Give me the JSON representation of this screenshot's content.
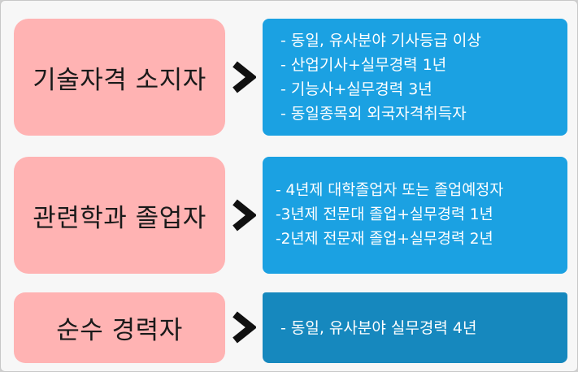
{
  "rows": [
    {
      "label": "기술자격 소지자",
      "items": [
        "- 동일, 유사분야 기사등급 이상",
        "- 산업기사+실무경력 1년",
        "- 기능사+실무경력 3년",
        "- 동일종목외 외국자격취득자"
      ]
    },
    {
      "label": "관련학과 졸업자",
      "items": [
        "- 4년제 대학졸업자 또는 졸업예정자",
        "-3년제 전문대 졸업+실무경력 1년",
        "-2년제 전문재 졸업+실무경력 2년"
      ]
    },
    {
      "label": "순수 경력자",
      "items": [
        "- 동일, 유사분야 실무경력 4년"
      ]
    }
  ],
  "colors": {
    "label_bg": "#ffb3b3",
    "info_bg": "#1ba1e2",
    "info_bg_dark": "#1688be",
    "arrow": "#111111"
  },
  "icons": {
    "arrow": "chevron-right-icon"
  }
}
